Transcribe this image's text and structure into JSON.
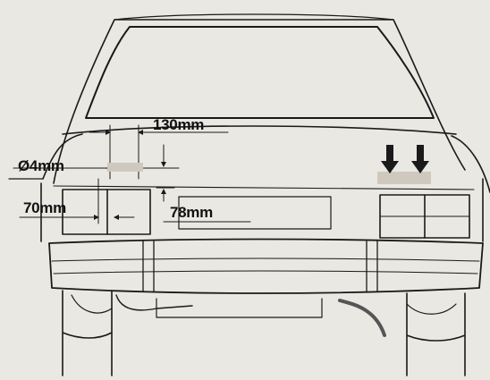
{
  "diagram": {
    "labels": {
      "width_offset": "130mm",
      "hole_diameter": "Ø4mm",
      "height_offset": "70mm",
      "vertical_offset": "78mm"
    },
    "colors": {
      "line": "#1a1a1a",
      "paper": "#e9e8e3",
      "mark": "#cfc8bf"
    }
  }
}
